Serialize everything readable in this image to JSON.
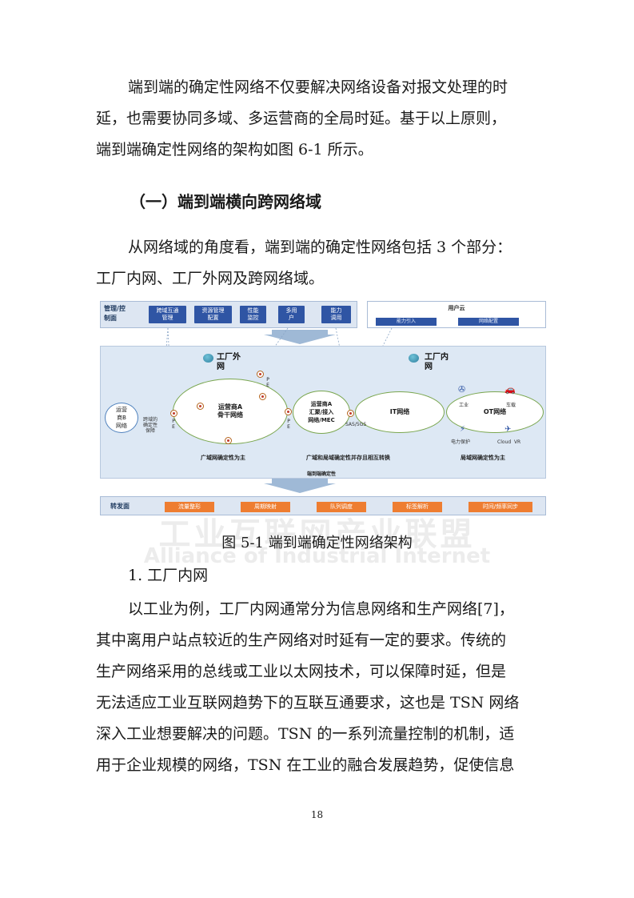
{
  "intro_lines": [
    "端到端的确定性网络不仅要解决网络设备对报文处理的时",
    "延，也需要协同多域、多运营商的全局时延。基于以上原则，",
    "端到端确定性网络的架构如图 6-1 所示。"
  ],
  "section_heading": "（一）端到端横向跨网络域",
  "domain_lines": [
    "从网络域的角度看，端到端的确定性网络包括 3 个部分：",
    "工厂内网、工厂外网及跨网络域。"
  ],
  "figure": {
    "mgmt_title": "管理/控\n制面",
    "mgmt_buttons": [
      "跨域互通\n管理",
      "资源管理\n配置",
      "性能\n监控",
      "多用\n户",
      "能力\n调用"
    ],
    "cloud_title": "用户云",
    "cloud_chips": [
      "能力引入",
      "网络配置"
    ],
    "outer_title": "工厂外\n网",
    "inner_title": "工厂内\n网",
    "carrier_b": "运营\n商B\n网络",
    "cross_domain_note": "跨域的\n确定性\n保障",
    "carrier_a_backbone": "运营商A\n骨干网络",
    "carrier_a_edge": "运营商A\n汇聚/接入\n网络/MEC",
    "it_network": "IT网络",
    "ot_network": "OT网络",
    "sas": "SAS/5GS",
    "pe_label": "P\nE",
    "device_labels": [
      "工业",
      "车载",
      "电力保护",
      "Cloud  VR"
    ],
    "zone_labels": [
      "广域网确定性为主",
      "广域和局域确定性并存且相互转换",
      "局域网确定性为主"
    ],
    "e2e_label": "端到端确定性",
    "fwd_title": "转发面",
    "fwd_buttons": [
      "流量整形",
      "周期映射",
      "队列调度",
      "标签解析",
      "时间/频率同步"
    ],
    "colors": {
      "blue_button": "#2f55a4",
      "orange_button": "#ee7d31",
      "green_border": "#7aa64f",
      "red_line": "#e02020"
    }
  },
  "caption": "图 5-1   端到端确定性网络架构",
  "watermark_cn": "工业互联网产业联盟",
  "watermark_en": "Alliance of Industrial Internet",
  "sub_heading": "1. 工厂内网",
  "body_lines": [
    "以工业为例，工厂内网通常分为信息网络和生产网络[7]，",
    "其中离用户站点较近的生产网络对时延有一定的要求。传统的",
    "生产网络采用的总线或工业以太网技术，可以保障时延，但是",
    "无法适应工业互联网趋势下的互联互通要求，这也是 TSN 网络",
    "深入工业想要解决的问题。TSN 的一系列流量控制的机制，适",
    "用于企业规模的网络，TSN 在工业的融合发展趋势，促使信息"
  ],
  "page_number": "18"
}
